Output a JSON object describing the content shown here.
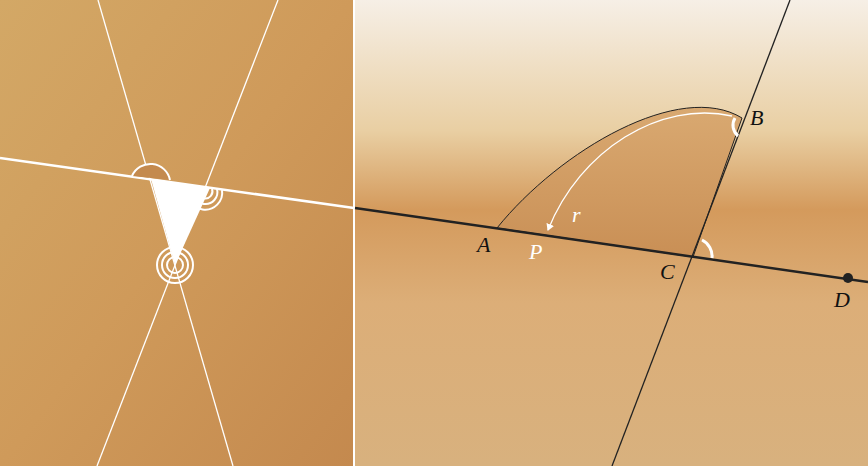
{
  "diagram": {
    "labels": [
      "B",
      "r",
      "A",
      "P",
      "C",
      "D"
    ]
  }
}
